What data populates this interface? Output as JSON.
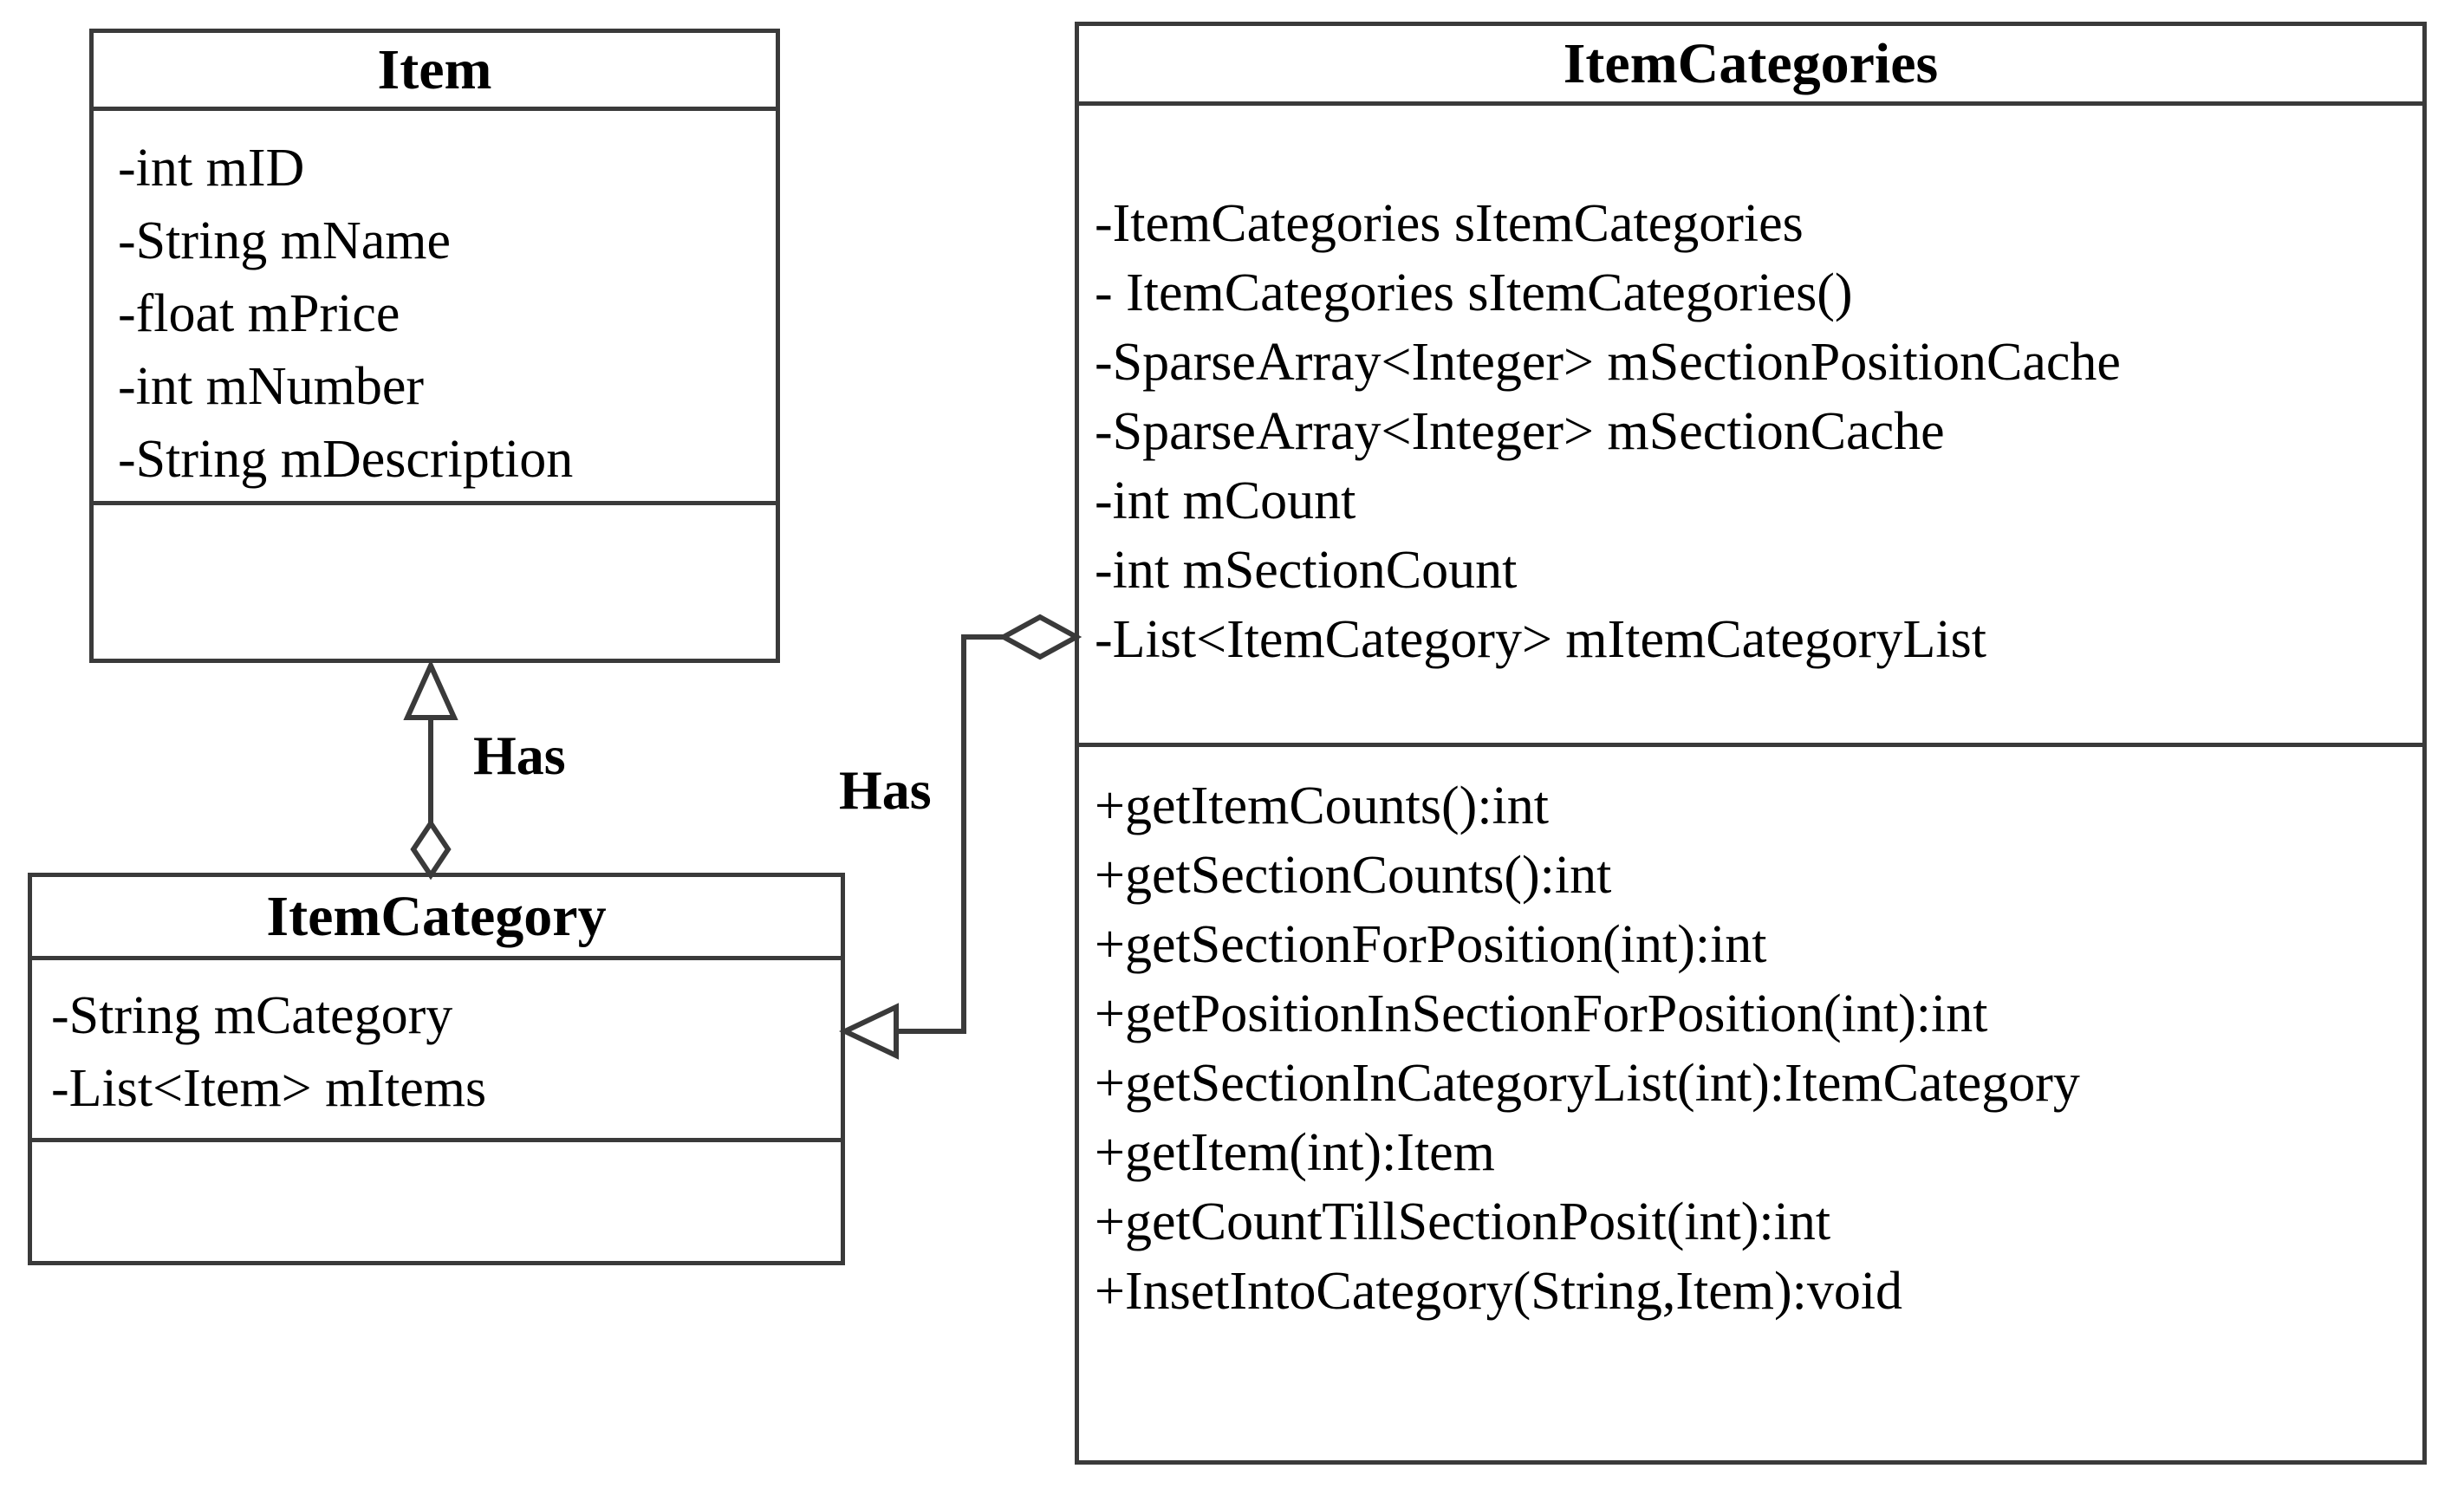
{
  "diagram": {
    "type": "uml-class-diagram",
    "background_color": "#ffffff",
    "line_color": "#3a3a3a",
    "text_color": "#000000",
    "classes": [
      {
        "name": "Item",
        "attributes": [
          "-int mID",
          "-String mName",
          "-float mPrice",
          "-int mNumber",
          "-String mDescription"
        ],
        "operations": []
      },
      {
        "name": "ItemCategory",
        "attributes": [
          "-String mCategory",
          "-List<Item> mItems"
        ],
        "operations": []
      },
      {
        "name": "ItemCategories",
        "attributes": [
          "-ItemCategories sItemCategories",
          "- ItemCategories sItemCategories()",
          "-SparseArray<Integer> mSectionPositionCache",
          "-SparseArray<Integer> mSectionCache",
          "-int mCount",
          "-int mSectionCount",
          "-List<ItemCategory> mItemCategoryList"
        ],
        "operations": [
          "+getItemCounts():int",
          "+getSectionCounts():int",
          "+getSectionForPosition(int):int",
          "+getPositionInSectionForPosition(int):int",
          "+getSectionInCategoryList(int):ItemCategory",
          "+getItem(int):Item",
          "+getCountTillSectionPosit(int):int",
          "+InsetIntoCategory(String,Item):void"
        ]
      }
    ],
    "relationships": [
      {
        "label": "Has",
        "from": "ItemCategory",
        "to": "Item",
        "source_marker": "hollow-diamond",
        "target_marker": "hollow-triangle-arrow"
      },
      {
        "label": "Has",
        "from": "ItemCategories",
        "to": "ItemCategory",
        "source_marker": "hollow-diamond",
        "target_marker": "hollow-triangle-arrow"
      }
    ]
  }
}
